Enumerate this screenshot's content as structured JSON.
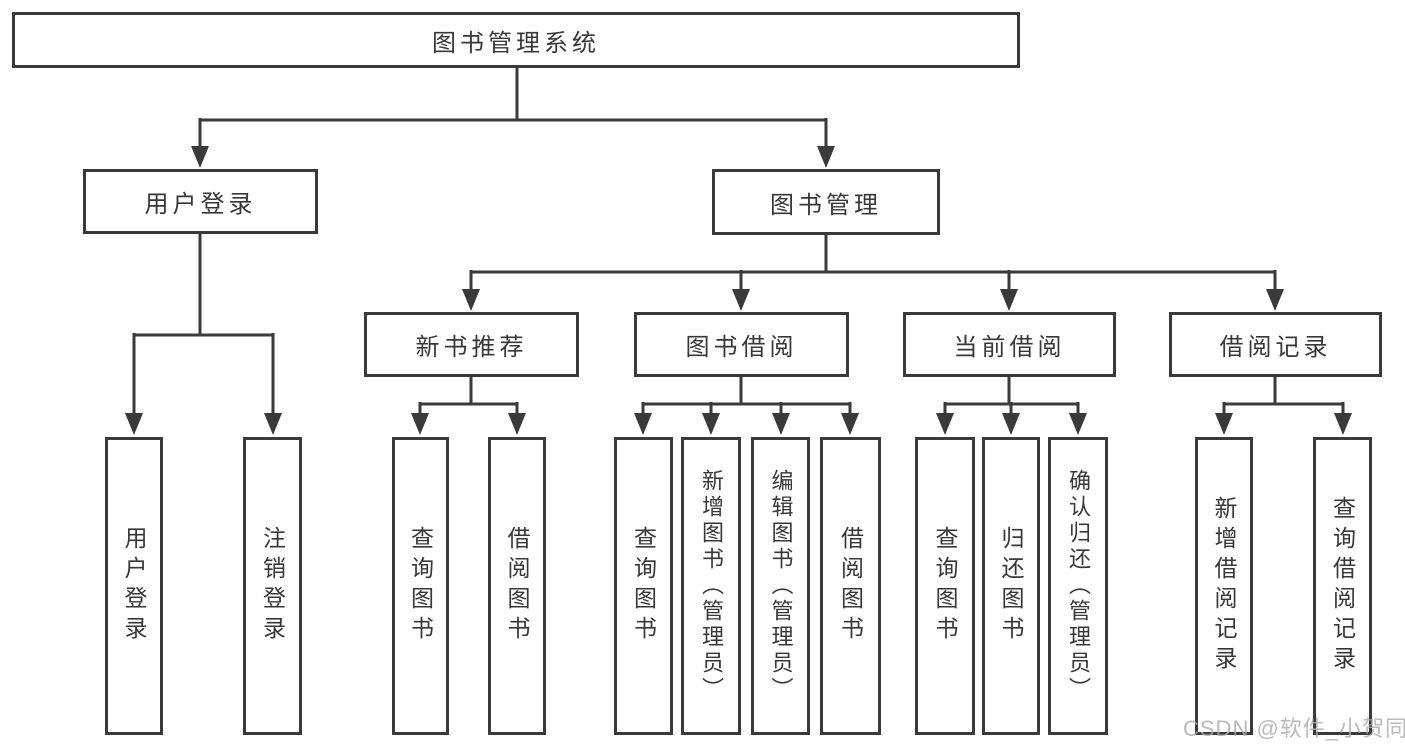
{
  "tree": {
    "label": "图书管理系统",
    "children": [
      {
        "label": "用户登录",
        "children": [
          {
            "label": "用户登录"
          },
          {
            "label": "注销登录"
          }
        ]
      },
      {
        "label": "图书管理",
        "children": [
          {
            "label": "新书推荐",
            "children": [
              {
                "label": "查询图书"
              },
              {
                "label": "借阅图书"
              }
            ]
          },
          {
            "label": "图书借阅",
            "children": [
              {
                "label": "查询图书"
              },
              {
                "label": "新增图书（管理员）"
              },
              {
                "label": "编辑图书（管理员）"
              },
              {
                "label": "借阅图书"
              }
            ]
          },
          {
            "label": "当前借阅",
            "children": [
              {
                "label": "查询图书"
              },
              {
                "label": "归还图书"
              },
              {
                "label": "确认归还（管理员）"
              }
            ]
          },
          {
            "label": "借阅记录",
            "children": [
              {
                "label": "新增借阅记录"
              },
              {
                "label": "查询借阅记录"
              }
            ]
          }
        ]
      }
    ]
  },
  "watermark": {
    "text": "CSDN @软件_小贺同学"
  },
  "colors": {
    "line": "#3a3a3a",
    "text": "#383838",
    "watermark": "#ababab",
    "background": "#ffffff"
  }
}
